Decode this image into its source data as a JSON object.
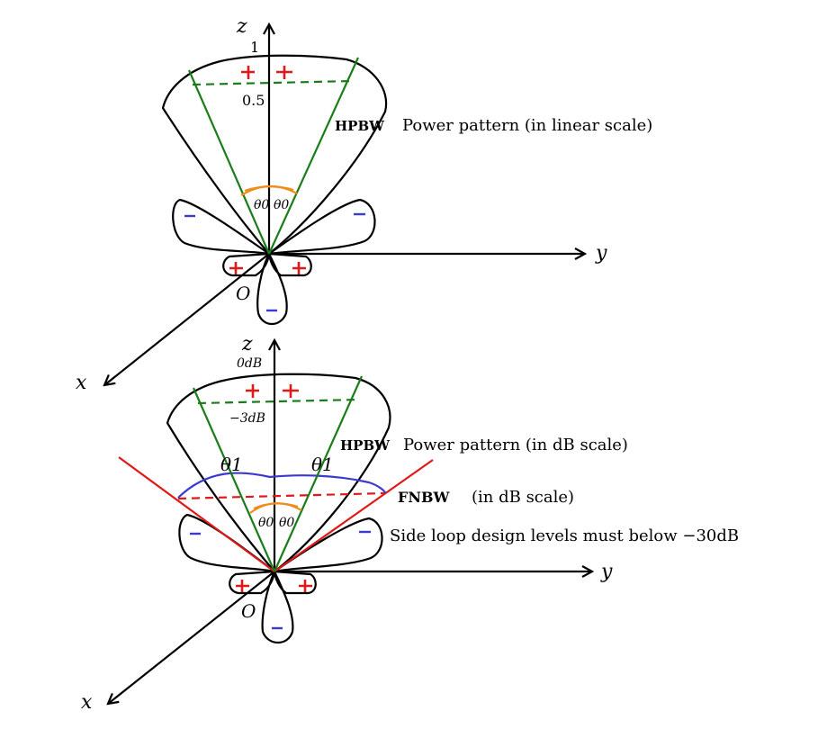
{
  "top": {
    "axis_z": "z",
    "axis_y": "y",
    "axis_x": "x",
    "origin": "O",
    "tick_1": "1",
    "tick_05": "0.5",
    "theta_left": "θ0",
    "theta_right": "θ0",
    "hpbw_label": "HPBW",
    "caption": "Power pattern (in linear scale)"
  },
  "bottom": {
    "axis_z": "z",
    "axis_y": "y",
    "axis_x": "x",
    "origin": "O",
    "tick_0db": "0dB",
    "tick_3db": "−3dB",
    "theta1_left": "θ1",
    "theta1_right": "θ1",
    "theta_left": "θ0",
    "theta_right": "θ0",
    "hpbw_label": "HPBW",
    "caption": "Power pattern (in dB scale)",
    "fnbw_label": "FNBW",
    "fnbw_caption": "(in dB scale)",
    "side_lobe_note": "Side loop design levels must below −30dB"
  },
  "colors": {
    "hpbw_lines": "#1a7d1a",
    "fnbw_lines": "#e01818",
    "fnbw_arc": "#3a3ad0",
    "theta_arcs": "#f08c1a",
    "positive_sign": "#e01818",
    "negative_sign": "#3a3ad0"
  }
}
